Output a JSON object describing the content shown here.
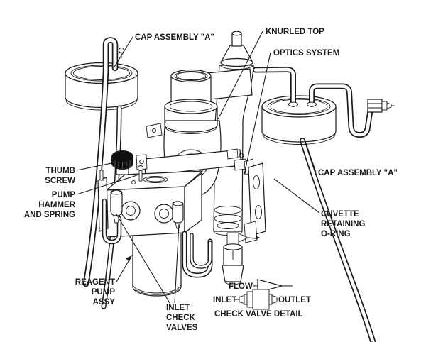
{
  "colors": {
    "line": "#1a1a1a",
    "background": "#ffffff",
    "cap_black": "#111111"
  },
  "callouts": {
    "cap_assembly_left": {
      "text": "CAP ASSEMBLY \"A\""
    },
    "knurled_top": {
      "text": "KNURLED TOP"
    },
    "optics_system": {
      "text": "OPTICS SYSTEM"
    },
    "thumb_screw": {
      "lines": [
        "THUMB",
        "SCREW"
      ]
    },
    "pump_hammer_and_spring": {
      "lines": [
        "PUMP",
        "HAMMER",
        "AND SPRING"
      ]
    },
    "reagent_pump_assy": {
      "lines": [
        "REAGENT",
        "PUMP",
        "ASSY"
      ]
    },
    "inlet_check_valves": {
      "lines": [
        "INLET",
        "CHECK",
        "VALVES"
      ]
    },
    "cap_assembly_right": {
      "text": "CAP ASSEMBLY \"A\""
    },
    "cuvette_retaining_oring": {
      "lines": [
        "CUVETTE",
        "RETAINING",
        "O-RING"
      ]
    }
  },
  "detail": {
    "flow_label": "FLOW",
    "inlet_label": "INLET",
    "outlet_label": "OUTLET",
    "caption": "CHECK VALVE DETAIL"
  }
}
